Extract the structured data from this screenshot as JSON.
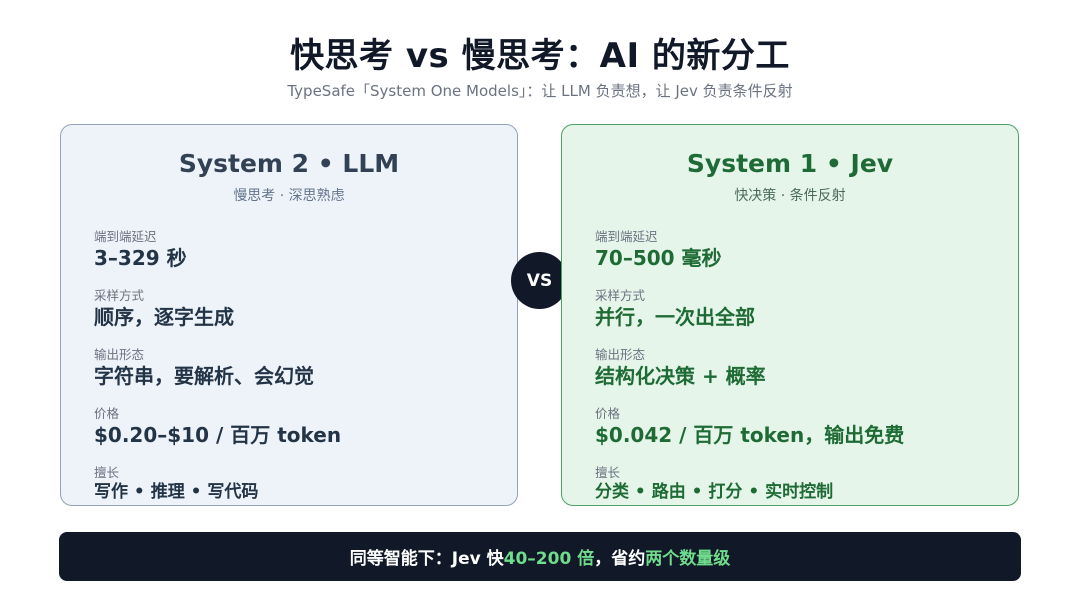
{
  "header": {
    "title": "快思考 vs 慢思考：AI 的新分工",
    "subtitle": "TypeSafe「System One Models」：让 LLM 负责想，让 Jev 负责条件反射"
  },
  "left_card": {
    "title": "System 2 • LLM",
    "subtitle": "慢思考 · 深思熟虑",
    "rows": [
      {
        "label": "端到端延迟",
        "value": "3–329 秒"
      },
      {
        "label": "采样方式",
        "value": "顺序，逐字生成"
      },
      {
        "label": "输出形态",
        "value": "字符串，要解析、会幻觉"
      },
      {
        "label": "价格",
        "value": "$0.20–$10 / 百万 token"
      },
      {
        "label": "擅长",
        "value": "写作 • 推理 • 写代码"
      }
    ]
  },
  "right_card": {
    "title": "System 1 • Jev",
    "subtitle": "快决策 · 条件反射",
    "rows": [
      {
        "label": "端到端延迟",
        "value": "70–500 毫秒"
      },
      {
        "label": "采样方式",
        "value": "并行，一次出全部"
      },
      {
        "label": "输出形态",
        "value": "结构化决策 + 概率"
      },
      {
        "label": "价格",
        "value": "$0.042 / 百万 token，输出免费"
      },
      {
        "label": "擅长",
        "value": "分类 • 路由 • 打分 • 实时控制"
      }
    ]
  },
  "vs_badge": "VS",
  "banner": {
    "prefix": "同等智能下：Jev 快 ",
    "speedup": "40–200 倍",
    "middle": "，省约 ",
    "saving": "两个数量级"
  },
  "colors": {
    "left_card_bg": "#eef3f9",
    "left_card_border": "#94a3b8",
    "right_card_bg": "#e6f5ea",
    "right_card_border": "#4ca266",
    "right_accent": "#1f6b38",
    "banner_bg": "#111827",
    "banner_highlight": "#6fdc8c"
  }
}
